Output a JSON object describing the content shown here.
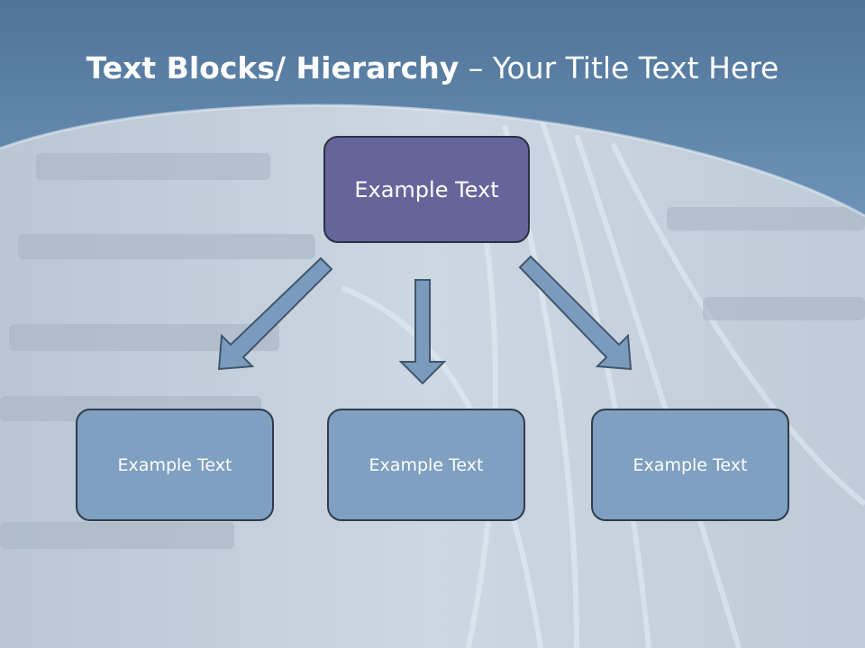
{
  "title": {
    "bold_part": "Text Blocks/ Hierarchy",
    "separator": " – ",
    "regular_part": "Your Title Text Here"
  },
  "diagram": {
    "type": "hierarchy",
    "root": {
      "label": "Example Text"
    },
    "children": [
      {
        "label": "Example Text"
      },
      {
        "label": "Example Text"
      },
      {
        "label": "Example Text"
      }
    ]
  },
  "colors": {
    "header_band": "#5d84ab",
    "background": "#c9d3df",
    "root_fill": "#67649c",
    "child_fill": "#7fa0c0",
    "arrow_fill": "#7b9bbd",
    "arrow_stroke": "#40566f"
  }
}
